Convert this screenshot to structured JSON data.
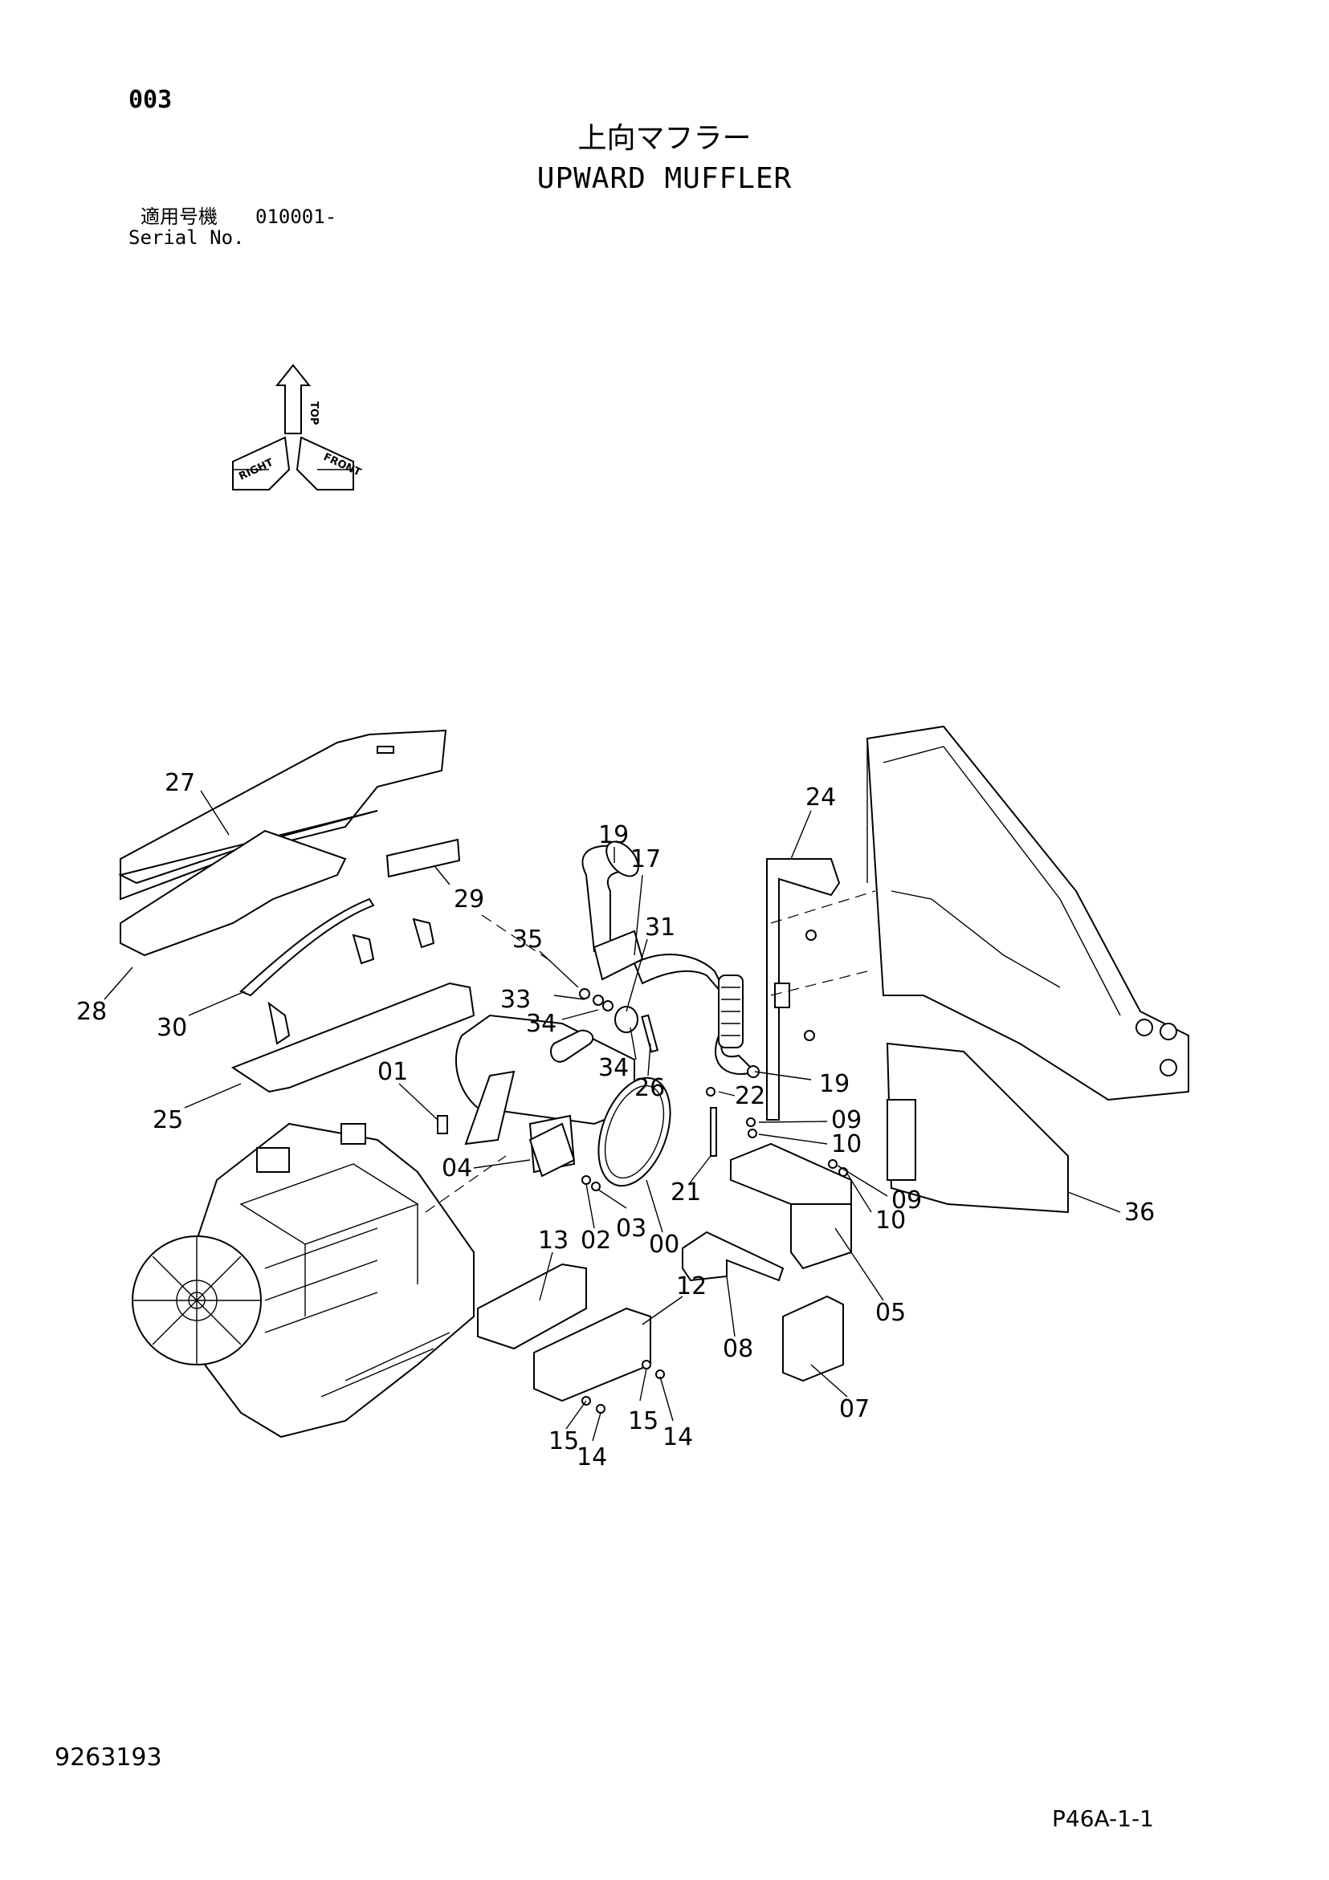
{
  "page_code": "003",
  "title_jp": "上向マフラー",
  "title_en": "UPWARD MUFFLER",
  "serial": {
    "label_jp": "適用号機",
    "range": "010001-",
    "label_en": "Serial No."
  },
  "orientation_icon": {
    "labels": [
      "TOP",
      "FRONT",
      "RIGHT"
    ]
  },
  "callouts": [
    "27",
    "29",
    "28",
    "30",
    "25",
    "19",
    "17",
    "35",
    "31",
    "33",
    "34",
    "34",
    "26",
    "24",
    "19",
    "22",
    "01",
    "04",
    "02",
    "03",
    "00",
    "21",
    "09",
    "10",
    "09",
    "10",
    "36",
    "13",
    "12",
    "05",
    "08",
    "07",
    "15",
    "14",
    "15",
    "14"
  ],
  "doc_number": "9263193",
  "page_ref": "P46A-1-1"
}
